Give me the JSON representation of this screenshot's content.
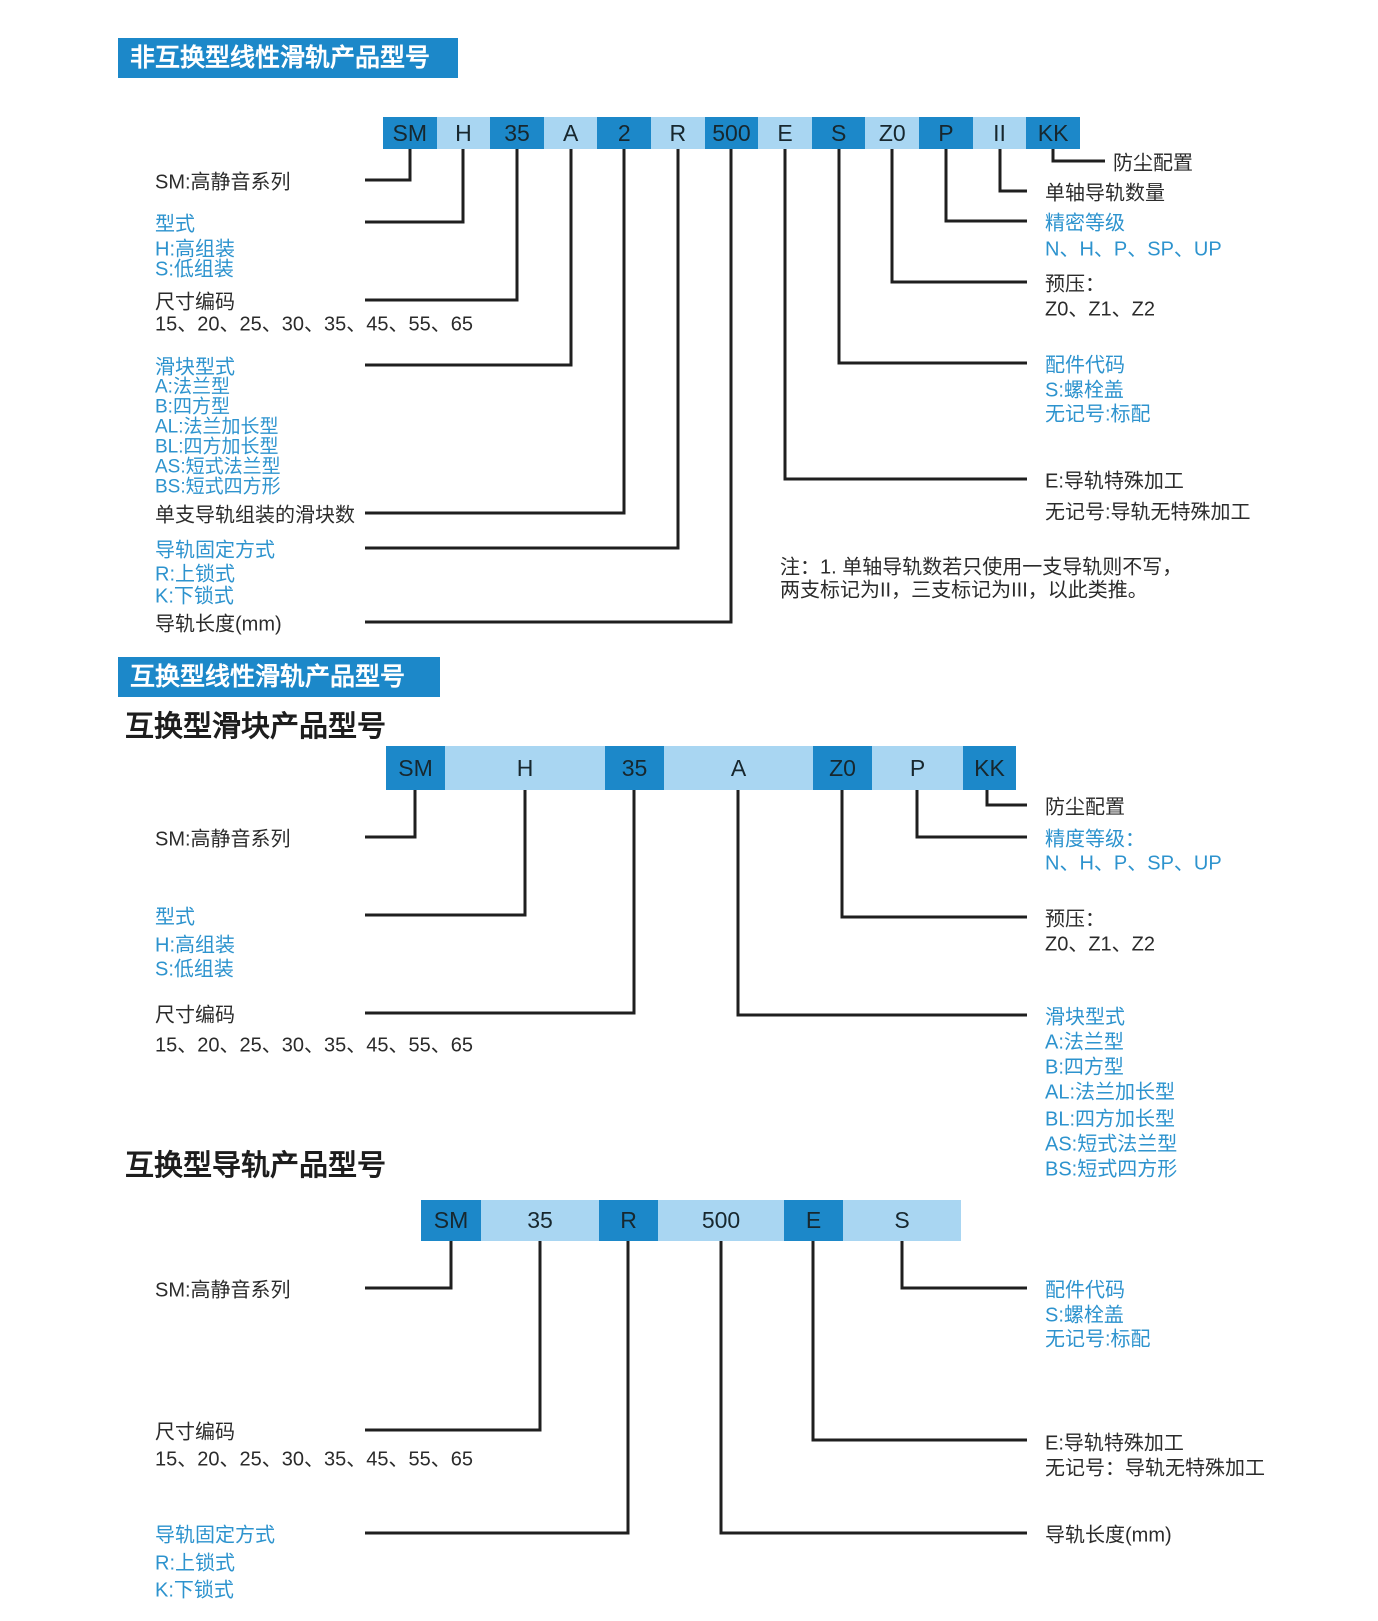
{
  "colors": {
    "accent_dark_blue": "#1c88c9",
    "accent_light_blue": "#a9d6f2",
    "blue_text": "#2d93ce",
    "body_text": "#2b2b2b"
  },
  "s1": {
    "header": "非互换型线性滑轨产品型号",
    "boxes": [
      "SM",
      "H",
      "35",
      "A",
      "2",
      "R",
      "500",
      "E",
      "S",
      "Z0",
      "P",
      "II",
      "KK"
    ],
    "series": "SM:高静音系列",
    "type_title": "型式",
    "type_h": "H:高组装",
    "type_s": "S:低组装",
    "size_title": "尺寸编码",
    "size_values": "15、20、25、30、35、45、55、65",
    "slider_title": "滑块型式",
    "slider_a": "A:法兰型",
    "slider_b": "B:四方型",
    "slider_al": "AL:法兰加长型",
    "slider_bl": "BL:四方加长型",
    "slider_as": "AS:短式法兰型",
    "slider_bs": "BS:短式四方形",
    "sliders_per_rail": "单支导轨组装的滑块数",
    "fix_title": "导轨固定方式",
    "fix_r": "R:上锁式",
    "fix_k": "K:下锁式",
    "rail_length": "导轨长度(mm)",
    "dust": "防尘配置",
    "axis_count": "单轴导轨数量",
    "precision_title": "精密等级",
    "precision_values": "N、H、P、SP、UP",
    "preload_title": "预压：",
    "preload_values": "Z0、Z1、Z2",
    "acc_title": "配件代码",
    "acc_s": "S:螺栓盖",
    "acc_none": "无记号:标配",
    "special_e": "E:导轨特殊加工",
    "special_none": "无记号:导轨无特殊加工",
    "note1": "注：1. 单轴导轨数若只使用一支导轨则不写，",
    "note2": "两支标记为II，三支标记为III，以此类推。"
  },
  "s2": {
    "header": "互换型线性滑轨产品型号",
    "subheader": "互换型滑块产品型号",
    "boxes": [
      "SM",
      "H",
      "35",
      "A",
      "Z0",
      "P",
      "KK"
    ],
    "series": "SM:高静音系列",
    "type_title": "型式",
    "type_h": "H:高组装",
    "type_s": "S:低组装",
    "size_title": "尺寸编码",
    "size_values": "15、20、25、30、35、45、55、65",
    "dust": "防尘配置",
    "precision_title": "精度等级：",
    "precision_values": "N、H、P、SP、UP",
    "preload_title": "预压：",
    "preload_values": "Z0、Z1、Z2",
    "slider_title": "滑块型式",
    "slider_a": "A:法兰型",
    "slider_b": "B:四方型",
    "slider_al": "AL:法兰加长型",
    "slider_bl": "BL:四方加长型",
    "slider_as": "AS:短式法兰型",
    "slider_bs": "BS:短式四方形"
  },
  "s3": {
    "subheader": "互换型导轨产品型号",
    "boxes": [
      "SM",
      "35",
      "R",
      "500",
      "E",
      "S"
    ],
    "series": "SM:高静音系列",
    "size_title": "尺寸编码",
    "size_values": "15、20、25、30、35、45、55、65",
    "fix_title": "导轨固定方式",
    "fix_r": "R:上锁式",
    "fix_k": "K:下锁式",
    "acc_title": "配件代码",
    "acc_s": "S:螺栓盖",
    "acc_none": "无记号:标配",
    "special_e": "E:导轨特殊加工",
    "special_none": "无记号：导轨无特殊加工",
    "rail_length": "导轨长度(mm)"
  }
}
